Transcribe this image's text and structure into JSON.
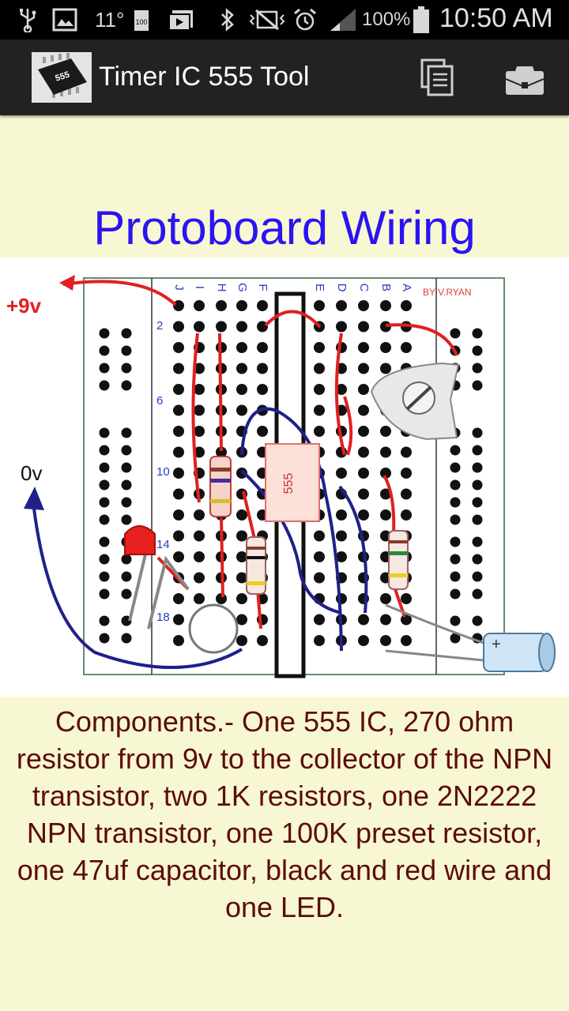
{
  "status_bar": {
    "temperature": "11°",
    "battery_level_icon": "100",
    "battery_percent": "100%",
    "time": "10:50 AM",
    "icons": [
      "usb-icon",
      "image-icon",
      "temperature",
      "battery-100-icon",
      "media-upload-icon",
      "bluetooth-icon",
      "vibrate-mute-icon",
      "alarm-icon",
      "signal-icon",
      "battery-icon"
    ]
  },
  "app_bar": {
    "title": "Timer IC 555 Tool",
    "logo_text": "555",
    "actions": [
      "copy-document-icon",
      "toolbox-icon"
    ]
  },
  "content": {
    "heading": "Protoboard Wiring",
    "diagram": {
      "label_plus": "+9v",
      "label_zero": "0v",
      "credit": "BY V.RYAN",
      "column_letters": [
        "J",
        "I",
        "H",
        "G",
        "F",
        "E",
        "D",
        "C",
        "B",
        "A"
      ],
      "row_numbers": [
        "2",
        "6",
        "10",
        "14",
        "18"
      ],
      "ic_label": "555"
    },
    "description": "Components.- One 555 IC, 270 ohm resistor from  9v to the collector of the NPN transistor, two 1K resistors, one 2N2222 NPN transistor, one 100K preset resistor, one 47uf capacitor, black and red wire and one LED."
  },
  "colors": {
    "background": "#f8f7d3",
    "heading": "#2a14f2",
    "description": "#5c0c0c",
    "app_bar": "#222222",
    "status_bar": "#000000"
  }
}
